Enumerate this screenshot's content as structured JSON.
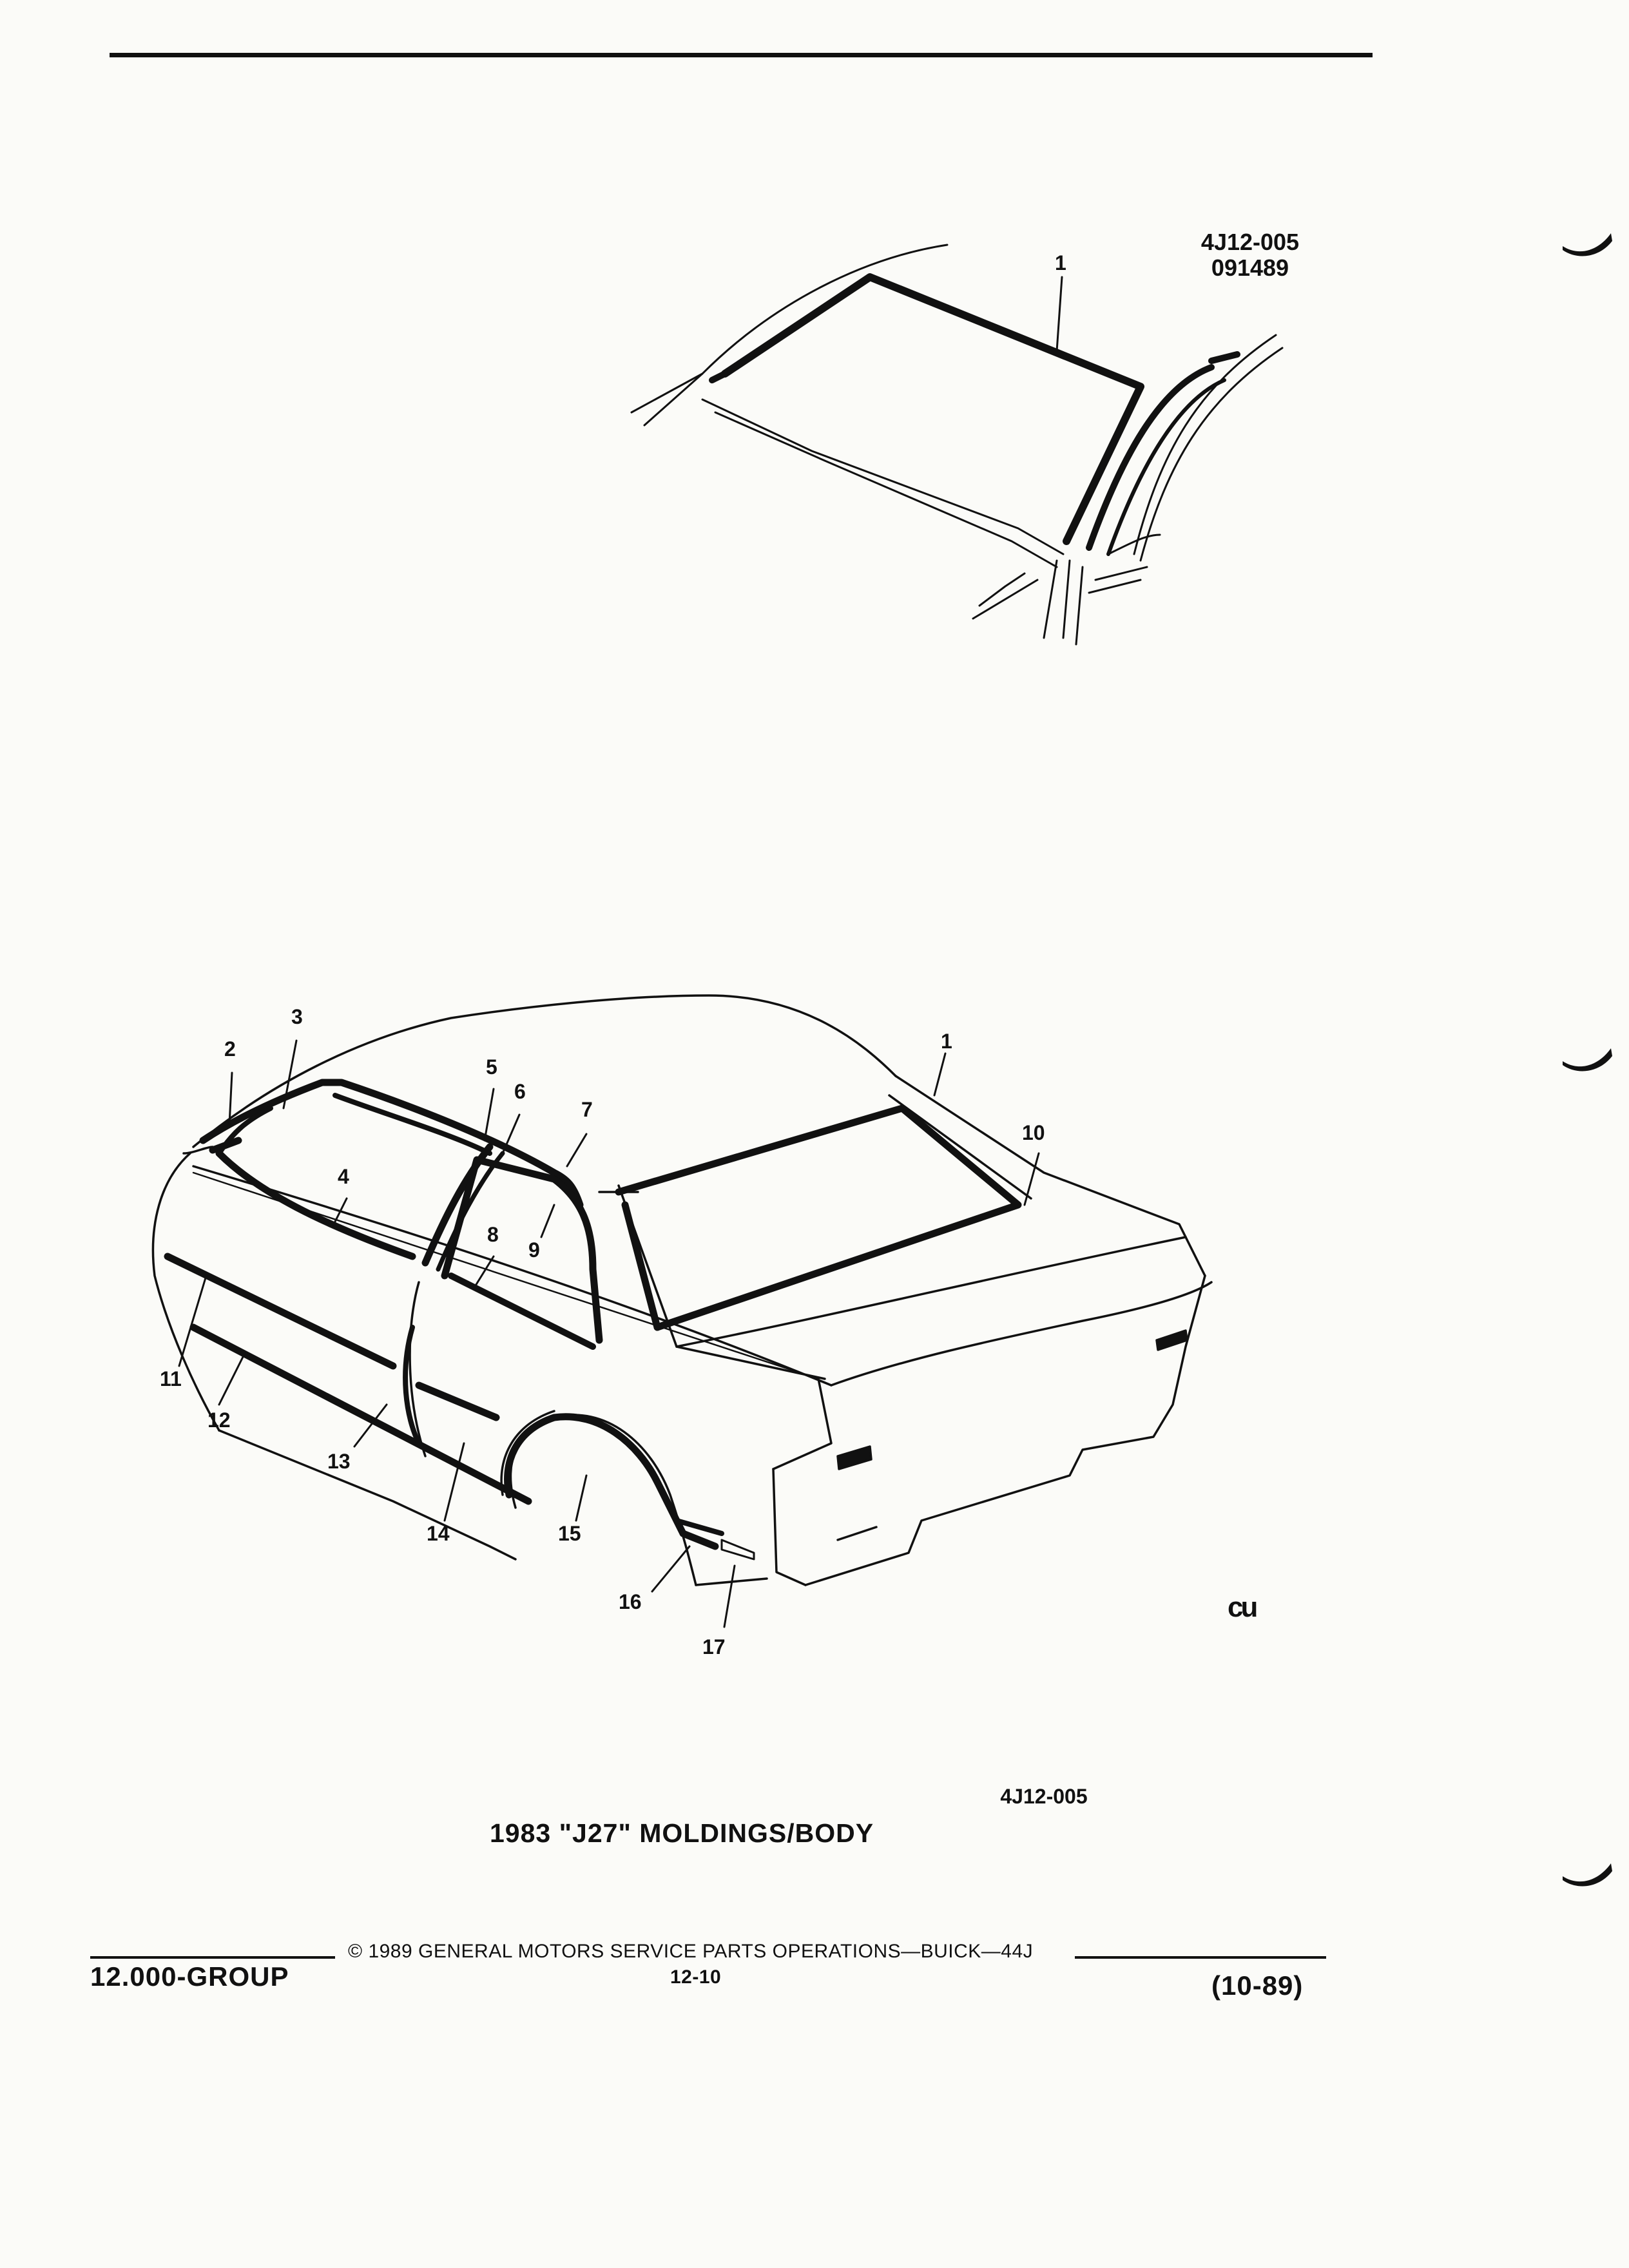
{
  "header": {
    "ref_code": "4J12-005",
    "ref_date": "091489"
  },
  "windshield_callouts": [
    "1"
  ],
  "body_callouts": [
    "1",
    "2",
    "3",
    "4",
    "5",
    "6",
    "7",
    "8",
    "9",
    "10",
    "11",
    "12",
    "13",
    "14",
    "15",
    "16",
    "17"
  ],
  "mark": "cu",
  "figure": {
    "ref": "4J12-005",
    "title": "1983 \"J27\" MOLDINGS/BODY"
  },
  "footer": {
    "group": "12.000-GROUP",
    "copyright": "© 1989 GENERAL MOTORS SERVICE PARTS OPERATIONS—BUICK—44J",
    "page": "12-10",
    "date": "(10-89)"
  }
}
